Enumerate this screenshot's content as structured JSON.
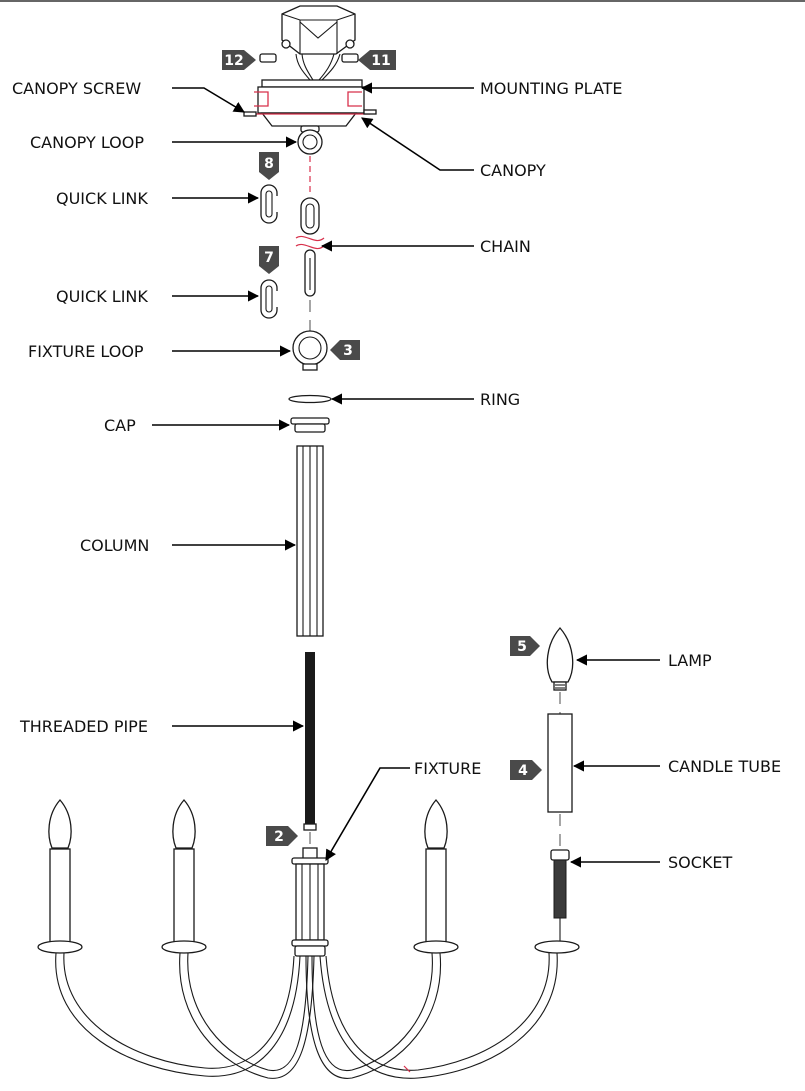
{
  "labels": {
    "canopy_screw": "CANOPY SCREW",
    "mounting_plate": "MOUNTING PLATE",
    "canopy_loop": "CANOPY LOOP",
    "canopy": "CANOPY",
    "quick_link_upper": "QUICK LINK",
    "chain": "CHAIN",
    "quick_link_lower": "QUICK LINK",
    "fixture_loop": "FIXTURE LOOP",
    "ring": "RING",
    "cap": "CAP",
    "column": "COLUMN",
    "lamp": "LAMP",
    "threaded_pipe": "THREADED PIPE",
    "fixture": "FIXTURE",
    "candle_tube": "CANDLE TUBE",
    "socket": "SOCKET"
  },
  "steps": {
    "s12": "12",
    "s11": "11",
    "s8": "8",
    "s7": "7",
    "s3": "3",
    "s5": "5",
    "s4": "4",
    "s2": "2"
  },
  "colors": {
    "line": "#1a1a1a",
    "accent_red": "#d8304b",
    "badge": "#4a4a4a",
    "background": "#ffffff"
  }
}
